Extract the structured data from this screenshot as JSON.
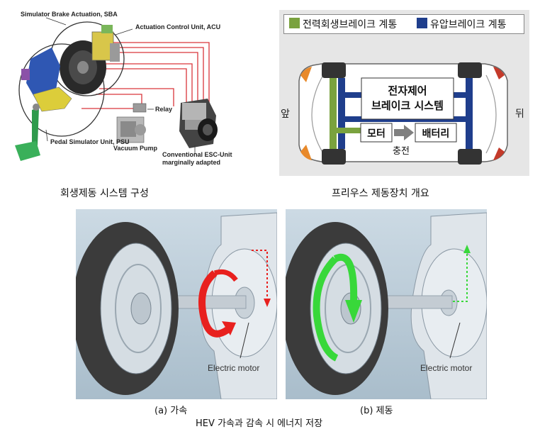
{
  "regen_system": {
    "labels": {
      "sba": "Simulator Brake Actuation, SBA",
      "acu": "Actuation Control Unit, ACU",
      "relay": "Relay",
      "vacuum_pump": "Vacuum Pump",
      "psu": "Pedal Simulator Unit, PSU",
      "esc_line1": "Conventional ESC-Unit",
      "esc_line2": "marginally adapted"
    },
    "caption": "회생제동 시스템 구성"
  },
  "prius": {
    "legend": [
      {
        "label": "전력회생브레이크 계통",
        "color": "#7aa23e"
      },
      {
        "label": "유압브레이크 계통",
        "color": "#1f3e8c"
      }
    ],
    "front_label": "앞",
    "rear_label": "뒤",
    "ecu_line1": "전자제어",
    "ecu_line2": "브레이크 시스템",
    "motor_label": "모터",
    "battery_label": "배터리",
    "charge_label": "충전",
    "caption": "프리우스 제동장치 개요"
  },
  "hev": {
    "panel_a_motor_label": "Electric motor",
    "panel_b_motor_label": "Electric motor",
    "caption_a": "(a) 가속",
    "caption_b": "(b) 제동",
    "caption_main": "HEV 가속과 감속 시 에너지 저장",
    "colors": {
      "accel_arrow": "#e8201e",
      "brake_arrow": "#38d83a"
    }
  }
}
